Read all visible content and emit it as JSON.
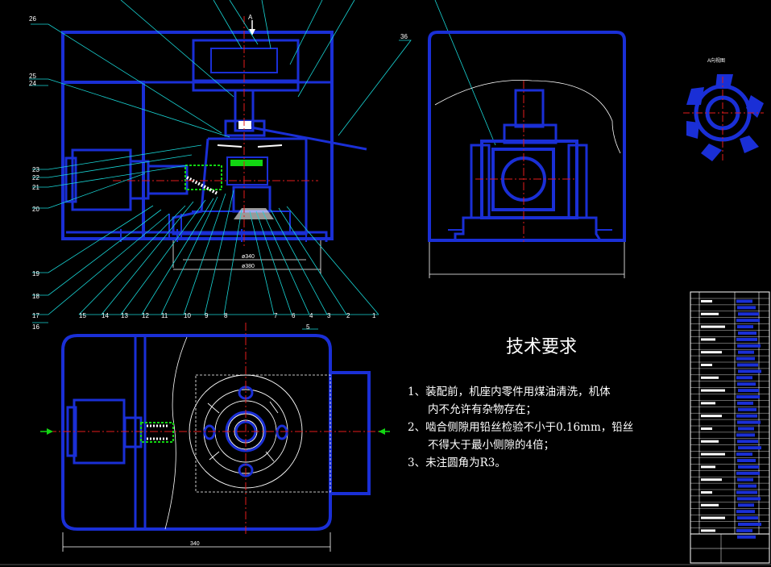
{
  "drawing": {
    "view_label_a": "A",
    "view_a_title": "A向视图",
    "leaders": [
      {
        "id": "26",
        "text": "26"
      },
      {
        "id": "25",
        "text": "25"
      },
      {
        "id": "24",
        "text": "24"
      },
      {
        "id": "23",
        "text": "23"
      },
      {
        "id": "22",
        "text": "22"
      },
      {
        "id": "21",
        "text": "21"
      },
      {
        "id": "20",
        "text": "20"
      },
      {
        "id": "19",
        "text": "19"
      },
      {
        "id": "18",
        "text": "18"
      },
      {
        "id": "17",
        "text": "17"
      },
      {
        "id": "16",
        "text": "16"
      },
      {
        "id": "15",
        "text": "15"
      },
      {
        "id": "14",
        "text": "14"
      },
      {
        "id": "13",
        "text": "13"
      },
      {
        "id": "12",
        "text": "12"
      },
      {
        "id": "11",
        "text": "11"
      },
      {
        "id": "10",
        "text": "10"
      },
      {
        "id": "9",
        "text": "9"
      },
      {
        "id": "8",
        "text": "8"
      },
      {
        "id": "7",
        "text": "7"
      },
      {
        "id": "6",
        "text": "6"
      },
      {
        "id": "5",
        "text": "5"
      },
      {
        "id": "4",
        "text": "4"
      },
      {
        "id": "3",
        "text": "3"
      },
      {
        "id": "2",
        "text": "2"
      },
      {
        "id": "1",
        "text": "1"
      },
      {
        "id": "36",
        "text": "36"
      }
    ],
    "dim_340": "ø340",
    "dim_380": "ø380",
    "dim_bottom": "340"
  },
  "requirements": {
    "title": "技术要求",
    "lines": [
      "1、装配前，机座内零件用煤油清洗，机体",
      "内不允许有杂物存在；",
      "2、啮合侧隙用铅丝检验不小于0.16mm，铅丝",
      "不得大于最小侧隙的4倍；",
      "3、未注圆角为R3。"
    ]
  },
  "colors": {
    "outline": "#1a2fd6",
    "center": "#e31b1b",
    "leader": "#18d6d6",
    "green": "#12d612",
    "white": "#ffffff",
    "yellow": "#f0e000"
  }
}
